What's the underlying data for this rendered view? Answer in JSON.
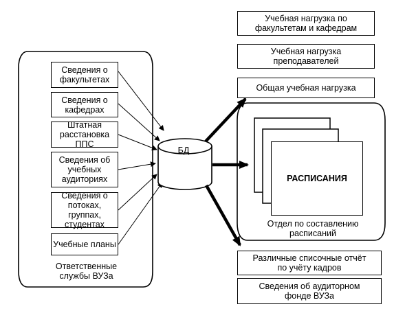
{
  "left_group": {
    "items": [
      "Сведения о\nфакультетах",
      "Сведения о\nкафедрах",
      "Штатная\nрасстановка ППС",
      "Сведения об\nучебных\nаудиториях",
      "Сведения о\nпотоках, группах,\nстудентах",
      "Учебные планы"
    ],
    "caption": "Ответственные\nслужбы ВУЗа"
  },
  "db": {
    "label": "БД"
  },
  "outputs": {
    "items": [
      "Учебная нагрузка по\nфакультетам и кафедрам",
      "Учебная нагрузка\nпреподавателей",
      "Общая учебная нагрузка"
    ]
  },
  "schedule_group": {
    "doc_label": "РАСПИСАНИЯ",
    "caption": "Отдел по составлению\nрасписаний"
  },
  "bottom": {
    "items": [
      "Различные списочные отчёт\nпо учёту кадров",
      "Сведения об аудиторном\nфонде ВУЗа"
    ]
  }
}
